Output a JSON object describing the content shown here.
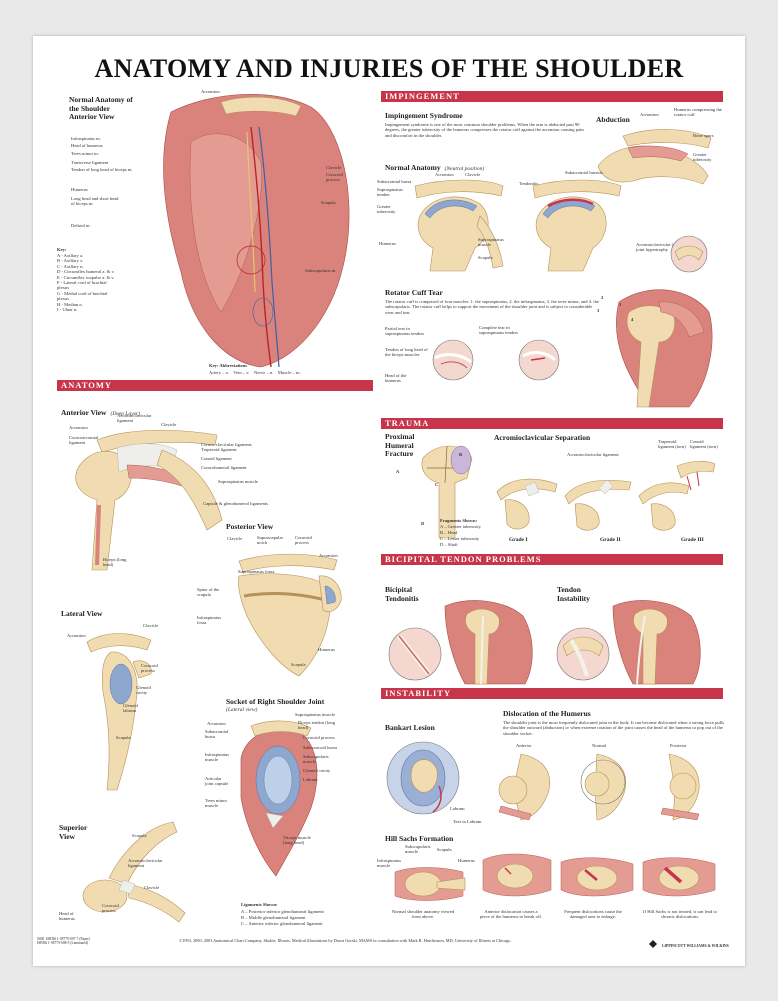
{
  "title": "ANATOMY AND INJURIES OF THE SHOULDER",
  "sections": {
    "impingement": "IMPINGEMENT",
    "anatomy": "ANATOMY",
    "trauma": "TRAUMA",
    "bicipital": "BICIPITAL TENDON PROBLEMS",
    "instability": "INSTABILITY"
  },
  "normal_anatomy": {
    "heading": "Normal Anatomy of the Shoulder Anterior View",
    "labels_left": [
      "Infraspinatus m.",
      "Head of humerus",
      "Teres minor m.",
      "Transverse ligament",
      "Tendon of long head of biceps m.",
      "Humerus",
      "Long head and short head of biceps m.",
      "Deltoid m."
    ],
    "labels_right": [
      "Acromion",
      "Clavicle",
      "Coracoid process",
      "Scapula",
      "Subscapularis m."
    ],
    "key_title": "Key:",
    "key": [
      "A - Axillary a.",
      "B - Axillary v.",
      "C - Axillary n.",
      "D - Circumflex humeral a. & v.",
      "E - Circumflex scapular a. & v.",
      "F - Lateral cord of brachial plexus",
      "G - Medial cord of brachial plexus",
      "H - Median n.",
      "I - Ulnar n."
    ],
    "abbrev_title": "Key: Abbreviations",
    "abbrev": "Artery – a.    Vein – v.    Nerve – n.    Muscle – m."
  },
  "impingement": {
    "syndrome_title": "Impingement Syndrome",
    "syndrome_text": "Impingement syndrome is one of the most common shoulder problems. When the arm is abducted past 90 degrees, the greater tuberosity of the humerus compresses the rotator cuff against the acromion causing pain and discomfort in the shoulder.",
    "abduction": "Abduction",
    "abduction_labels": [
      "Acromion",
      "Humerus compressing the rotator cuff",
      "Bone spurs",
      "Greater tuberosity"
    ],
    "normal_title": "Normal Anatomy",
    "normal_sub": "(Neutral position)",
    "normal_labels": [
      "Subacromial bursa",
      "Acromion",
      "Clavicle",
      "Supraspinatus tendon",
      "Greater tuberosity",
      "Humerus",
      "Supraspinatus muscle",
      "Scapula"
    ],
    "bursitis_labels": [
      "Subacromial bursitis",
      "Tendonitis"
    ],
    "ac_label": "Acromioclavicular (AC) joint hypertrophy",
    "rc_title": "Rotator Cuff Tear",
    "rc_text": "The rotator cuff is comprised of four muscles: 1. the supraspinatus, 2. the infraspinatus, 3. the teres minor, and 4. the subscapularis. The rotator cuff helps to support the movement of the shoulder joint and is subject to considerable wear and tear.",
    "rc_labels": [
      "Partial tear in supraspinatus tendon",
      "Tendon of long head of the biceps muscles",
      "Head of the humerus",
      "Complete tear in supraspinatus tendon"
    ],
    "numbers": [
      "2",
      "3",
      "1",
      "4"
    ]
  },
  "anatomy_left": {
    "anterior_title": "Anterior View",
    "anterior_sub": "(Deep Layer)",
    "anterior_labels": [
      "Acromioclavicular ligament",
      "Acromion",
      "Clavicle",
      "Coracoacromial ligament",
      "Coraco-clavicular ligament: Trapezoid ligament",
      "Conoid ligament",
      "Coracohumeral ligament",
      "Supraspinatus muscle",
      "Capsule & glenohumeral ligaments",
      "Biceps (long head)"
    ],
    "posterior_title": "Posterior View",
    "posterior_labels": [
      "Clavicle",
      "Suprascapular notch",
      "Coracoid process",
      "Acromion",
      "Supraspinatus fossa",
      "Spine of the scapula",
      "Infraspinatus fossa",
      "Humerus",
      "Scapula"
    ],
    "lateral_title": "Lateral View",
    "lateral_labels": [
      "Acromion",
      "Clavicle",
      "Coracoid process",
      "Glenoid cavity",
      "Glenoid labrum",
      "Scapula"
    ],
    "socket_title": "Socket of Right Shoulder Joint",
    "socket_sub": "(Lateral view)",
    "socket_labels_left": [
      "Acromion",
      "Subacromial bursa",
      "Infraspinatus muscle",
      "Articular joint capsule",
      "Teres minor muscle"
    ],
    "socket_labels_right": [
      "Supraspinatus muscle",
      "Biceps tendon (long head)",
      "Coracoid process",
      "Subcoracoid bursa",
      "Subscapularis muscle",
      "Glenoid cavity",
      "Labrum",
      "Triceps muscle (long head)"
    ],
    "ligaments_title": "Ligaments Shown:",
    "ligaments": [
      "A – Posterior inferior glenohumeral ligament",
      "B – Middle glenohumeral ligament",
      "C – Anterior inferior glenohumeral ligament"
    ],
    "superior_title": "Superior View",
    "superior_labels": [
      "Scapula",
      "Acromioclavicular ligament",
      "Clavicle",
      "Coracoid process",
      "Head of humerus"
    ]
  },
  "trauma": {
    "phf_title": "Proximal Humeral Fracture",
    "ac_title": "Acromioclavicular Separation",
    "ac_labels": [
      "Acromioclavicular ligament",
      "Trapezoid ligament (torn)",
      "Conoid ligament (torn)"
    ],
    "fragments_title": "Fragments Shown:",
    "fragments": [
      "A – Greater tuberosity",
      "B – Head",
      "C – Lesser tuberosity",
      "D – Shaft"
    ],
    "fragment_letters": [
      "A",
      "B",
      "C",
      "D"
    ],
    "grades": [
      "Grade I",
      "Grade II",
      "Grade III"
    ]
  },
  "bicipital": {
    "tendonitis": "Bicipital Tendonitis",
    "instability": "Tendon Instability"
  },
  "instability": {
    "bankart_title": "Bankart Lesion",
    "bankart_labels": [
      "Labrum",
      "Tear in Labrum"
    ],
    "dislocation_title": "Dislocation of the Humerus",
    "dislocation_text": "The shoulder joint is the most frequently dislocated joint in the body. It can become dislocated when a strong force pulls the shoulder outward (abduction) or when extreme rotation of the joint causes the head of the humerus to pop out of the shoulder socket.",
    "positions": [
      "Anterior",
      "Normal",
      "Posterior"
    ],
    "hill_title": "Hill Sachs Formation",
    "hill_labels": [
      "Subscapularis muscle",
      "Scapula",
      "Infraspinatus muscle",
      "Humerus"
    ],
    "captions": [
      "Normal shoulder anatomy viewed from above.",
      "Anterior dislocation causes a piece of the humerus to break off.",
      "Frequent dislocations cause the damaged area to enlarge.",
      "If Hill Sachs is not treated, it can lead to chronic dislocations."
    ]
  },
  "footer": {
    "codes": "9400  ISBN# 1-58779-007-7 (Paper)\nISBN# 1-58779-008-5 (Laminated)",
    "copyright": "©1993, 2000, 2003 Anatomical Chart Company, Skokie, Illinois. Medical illustrations by Dawn Gorski, MAMS in consultation with Mark R. Hutchinson, MD, University of Illinois at Chicago.",
    "publisher": "LIPPINCOTT WILLIAMS & WILKINS"
  },
  "colors": {
    "accent": "#c8344a",
    "muscle": "#d9837c",
    "bone": "#f1dcb2",
    "cartilage": "#8ea7cf"
  }
}
